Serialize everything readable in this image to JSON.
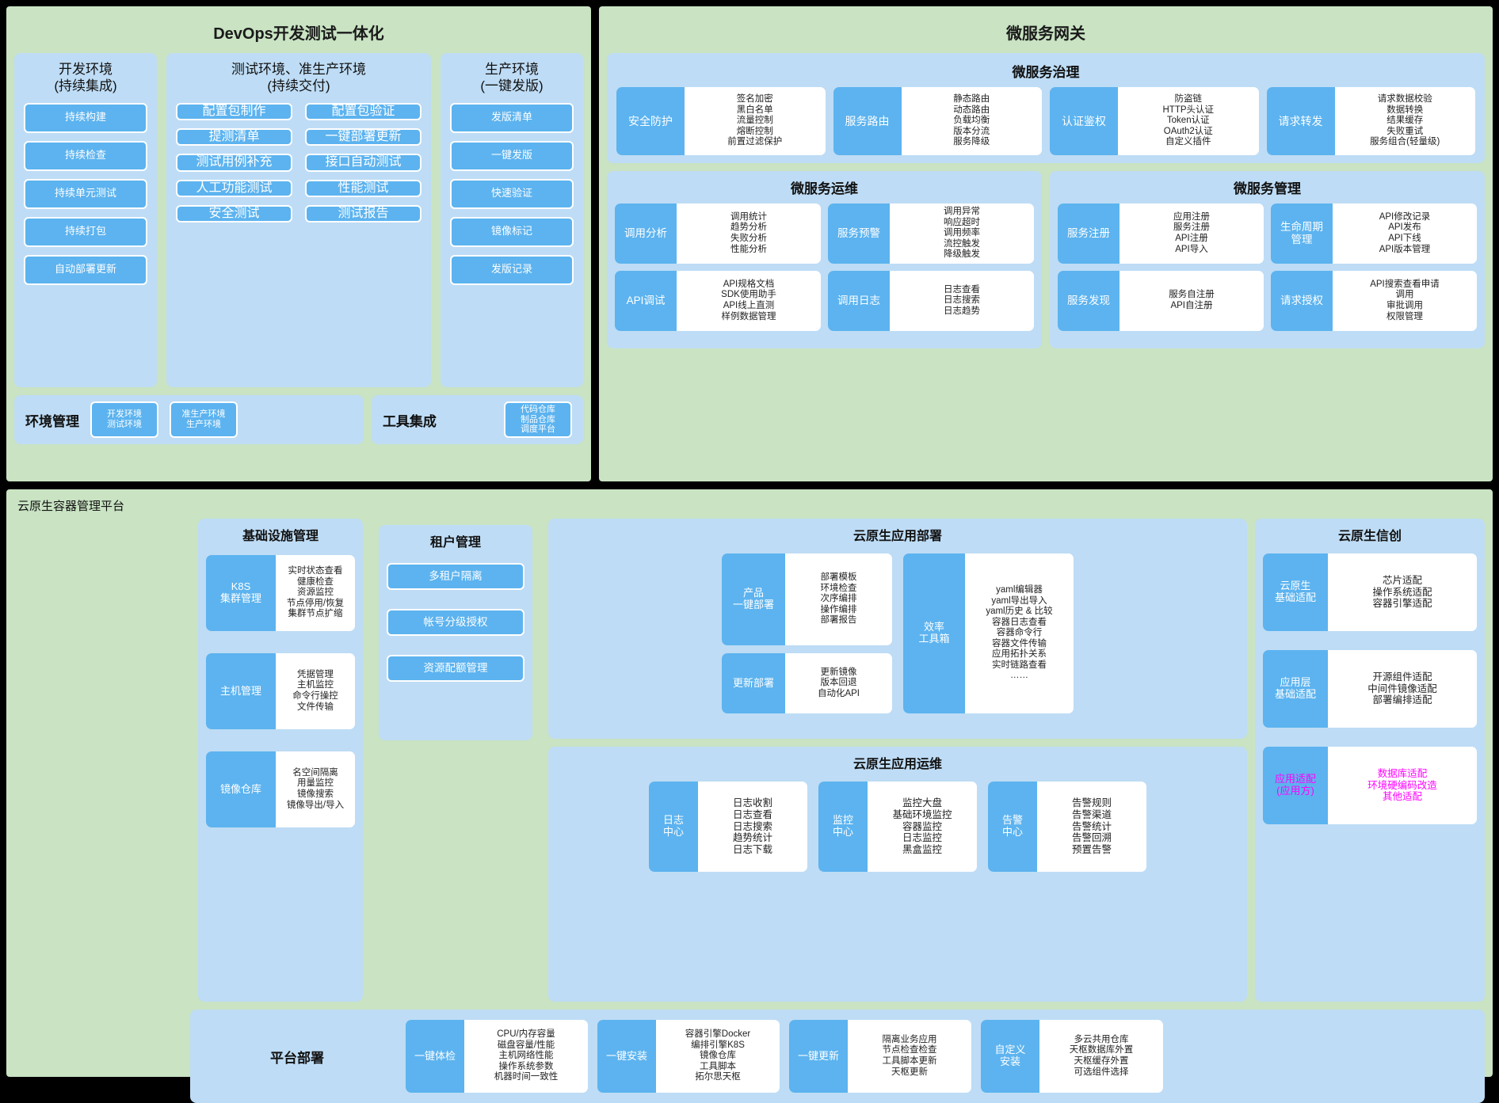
{
  "devops": {
    "title": "DevOps开发测试一体化",
    "environments": [
      {
        "title": "开发环境\n(持续集成)",
        "columns": [
          [
            "持续构建",
            "持续检查",
            "持续单元测试",
            "持续打包",
            "自动部署更新"
          ]
        ]
      },
      {
        "title": "测试环境、准生产环境\n(持续交付)",
        "columns": [
          [
            "配置包制作",
            "提测清单",
            "测试用例补充",
            "人工功能测试",
            "安全测试"
          ],
          [
            "配置包验证",
            "一键部署更新",
            "接口自动测试",
            "性能测试",
            "测试报告"
          ]
        ]
      },
      {
        "title": "生产环境\n(一键发版)",
        "columns": [
          [
            "发版清单",
            "一键发版",
            "快速验证",
            "镜像标记",
            "发版记录"
          ]
        ]
      }
    ],
    "env_manage": {
      "label": "环境管理",
      "items": [
        "开发环境\n测试环境",
        "准生产环境\n生产环境"
      ]
    },
    "tool_integration": {
      "label": "工具集成",
      "items": [
        "代码仓库\n制品仓库\n调度平台"
      ]
    }
  },
  "gateway": {
    "title": "微服务网关",
    "governance": {
      "title": "微服务治理",
      "cells": [
        {
          "name": "安全防护",
          "items": "签名加密\n黑白名单\n流量控制\n熔断控制\n前置过滤保护"
        },
        {
          "name": "服务路由",
          "items": "静态路由\n动态路由\n负载均衡\n版本分流\n服务降级"
        },
        {
          "name": "认证鉴权",
          "items": "防盗链\nHTTP头认证\nToken认证\nOAuth2认证\n自定义插件"
        },
        {
          "name": "请求转发",
          "items": "请求数据校验\n数据转换\n结果缓存\n失败重试\n服务组合(轻量级)"
        }
      ]
    },
    "ops": {
      "title": "微服务运维",
      "cells": [
        {
          "name": "调用分析",
          "items": "调用统计\n趋势分析\n失败分析\n性能分析"
        },
        {
          "name": "服务预警",
          "items": "调用异常\n响应超时\n调用频率\n流控触发\n降级触发"
        },
        {
          "name": "API调试",
          "items": "API规格文档\nSDK使用助手\nAPI线上直测\n样例数据管理"
        },
        {
          "name": "调用日志",
          "items": "日志查看\n日志搜索\n日志趋势"
        }
      ]
    },
    "manage": {
      "title": "微服务管理",
      "cells": [
        {
          "name": "服务注册",
          "items": "应用注册\n服务注册\nAPI注册\nAPI导入"
        },
        {
          "name": "生命周期\n管理",
          "items": "API修改记录\nAPI发布\nAPI下线\nAPI版本管理"
        },
        {
          "name": "服务发现",
          "items": "服务自注册\nAPI自注册"
        },
        {
          "name": "请求授权",
          "items": "API搜索查看申请\n调用\n审批调用\n权限管理"
        }
      ]
    }
  },
  "cloud": {
    "title": "云原生容器管理平台",
    "infra": {
      "title": "基础设施管理",
      "cells": [
        {
          "name": "K8S\n集群管理",
          "items": "实时状态查看\n健康检查\n资源监控\n节点停用/恢复\n集群节点扩缩"
        },
        {
          "name": "主机管理",
          "items": "凭据管理\n主机监控\n命令行操控\n文件传输"
        },
        {
          "name": "镜像仓库",
          "items": "名空间隔离\n用量监控\n镜像搜索\n镜像导出/导入"
        }
      ]
    },
    "tenant": {
      "title": "租户管理",
      "items": [
        "多租户隔离",
        "帐号分级授权",
        "资源配额管理"
      ]
    },
    "app_deploy": {
      "title": "云原生应用部署",
      "left": [
        {
          "name": "产品\n一键部署",
          "items": "部署模板\n环境检查\n次序编排\n操作编排\n部署报告"
        },
        {
          "name": "更新部署",
          "items": "更新镜像\n版本回退\n自动化API"
        }
      ],
      "right": {
        "name": "效率\n工具箱",
        "items": "yaml编辑器\nyaml导出导入\nyaml历史 & 比较\n容器日志查看\n容器命令行\n容器文件传输\n应用拓扑关系\n实时链路查看\n……"
      }
    },
    "app_ops": {
      "title": "云原生应用运维",
      "cells": [
        {
          "name": "日志\n中心",
          "items": "日志收割\n日志查看\n日志搜索\n趋势统计\n日志下载"
        },
        {
          "name": "监控\n中心",
          "items": "监控大盘\n基础环境监控\n容器监控\n日志监控\n黑盒监控"
        },
        {
          "name": "告警\n中心",
          "items": "告警规则\n告警渠道\n告警统计\n告警回溯\n预置告警"
        }
      ]
    },
    "xinchuang": {
      "title": "云原生信创",
      "cells": [
        {
          "name": "云原生\n基础适配",
          "items": "芯片适配\n操作系统适配\n容器引擎适配",
          "highlight": false
        },
        {
          "name": "应用层\n基础适配",
          "items": "开源组件适配\n中间件镜像适配\n部署编排适配",
          "highlight": false
        },
        {
          "name": "应用适配\n(应用方)",
          "items": "数据库适配\n环境硬编码改造\n其他适配",
          "highlight": true
        }
      ]
    },
    "platform": {
      "label": "平台部署",
      "cells": [
        {
          "name": "一键体检",
          "items": "CPU/内存容量\n磁盘容量/性能\n主机网络性能\n操作系统参数\n机器时间一致性"
        },
        {
          "name": "一键安装",
          "items": "容器引擎Docker\n编排引擎K8S\n镜像仓库\n工具脚本\n拓尔思天枢"
        },
        {
          "name": "一键更新",
          "items": "隔离业务应用\n节点检查检查\n工具脚本更新\n天枢更新"
        },
        {
          "name": "自定义\n安装",
          "items": "多云共用仓库\n天枢数据库外置\n天枢缓存外置\n可选组件选择"
        }
      ]
    }
  },
  "colors": {
    "accent": "#5cb3ef",
    "panel": "#bedcf5",
    "green": "#c9e3c3",
    "highlight": "#ff00ff"
  }
}
